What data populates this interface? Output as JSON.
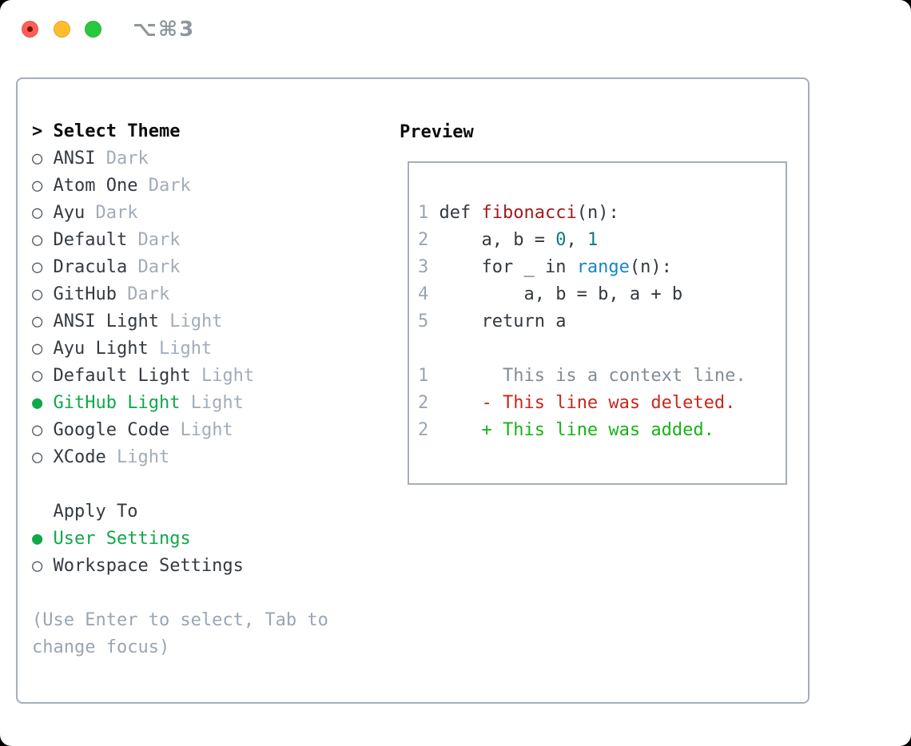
{
  "window": {
    "title": "⌥⌘3",
    "traffic_lights": [
      "close",
      "minimize",
      "zoom"
    ]
  },
  "colors": {
    "selection_green": "#10a74a",
    "function_red": "#9e1b1e",
    "builtin_blue": "#1786c2",
    "number_teal": "#0f7b7f",
    "diff_deleted_red": "#c5281c",
    "diff_added_green": "#17b317",
    "muted_gray": "#9aa5b2",
    "panel_border_gray": "#a6aeb8",
    "traffic_red": "#ff5f57",
    "traffic_yellow": "#febc2e",
    "traffic_green": "#28c840"
  },
  "theme_picker": {
    "header_prefix": "> ",
    "header": "Select Theme",
    "radio_unselected": "○",
    "radio_selected": "●",
    "themes": [
      {
        "name": "ANSI",
        "variant": "Dark",
        "selected": false
      },
      {
        "name": "Atom One",
        "variant": "Dark",
        "selected": false
      },
      {
        "name": "Ayu",
        "variant": "Dark",
        "selected": false
      },
      {
        "name": "Default",
        "variant": "Dark",
        "selected": false
      },
      {
        "name": "Dracula",
        "variant": "Dark",
        "selected": false
      },
      {
        "name": "GitHub",
        "variant": "Dark",
        "selected": false
      },
      {
        "name": "ANSI Light",
        "variant": "Light",
        "selected": false
      },
      {
        "name": "Ayu Light",
        "variant": "Light",
        "selected": false
      },
      {
        "name": "Default Light",
        "variant": "Light",
        "selected": false
      },
      {
        "name": "GitHub Light",
        "variant": "Light",
        "selected": true
      },
      {
        "name": "Google Code",
        "variant": "Light",
        "selected": false
      },
      {
        "name": "XCode",
        "variant": "Light",
        "selected": false
      }
    ],
    "apply_to": {
      "header": "Apply To",
      "options": [
        {
          "label": "User Settings",
          "selected": true
        },
        {
          "label": "Workspace Settings",
          "selected": false
        }
      ]
    },
    "hint_lines": [
      "(Use Enter to select, Tab to",
      "change focus)"
    ]
  },
  "preview": {
    "title": "Preview",
    "lines": [
      {
        "segs": [
          {
            "t": "1 ",
            "s": "linenum"
          },
          {
            "t": "def ",
            "s": "code"
          },
          {
            "t": "fibonacci",
            "s": "function"
          },
          {
            "t": "(n):",
            "s": "code"
          }
        ]
      },
      {
        "segs": [
          {
            "t": "2",
            "s": "linenum"
          },
          {
            "t": "     a, b = ",
            "s": "code"
          },
          {
            "t": "0",
            "s": "number"
          },
          {
            "t": ", ",
            "s": "code"
          },
          {
            "t": "1",
            "s": "number"
          }
        ]
      },
      {
        "segs": [
          {
            "t": "3",
            "s": "linenum"
          },
          {
            "t": "     for _ in ",
            "s": "code"
          },
          {
            "t": "range",
            "s": "builtin"
          },
          {
            "t": "(n):",
            "s": "code"
          }
        ]
      },
      {
        "segs": [
          {
            "t": "4",
            "s": "linenum"
          },
          {
            "t": "         a, b = b, a + b",
            "s": "code"
          }
        ]
      },
      {
        "segs": [
          {
            "t": "5",
            "s": "linenum"
          },
          {
            "t": "     return a",
            "s": "code"
          }
        ]
      },
      {
        "segs": []
      },
      {
        "segs": [
          {
            "t": "1",
            "s": "linenum"
          },
          {
            "t": "       This is a context line.",
            "s": "context"
          }
        ]
      },
      {
        "segs": [
          {
            "t": "2",
            "s": "linenum"
          },
          {
            "t": "     ",
            "s": "code"
          },
          {
            "t": "- This line was deleted.",
            "s": "deleted"
          }
        ]
      },
      {
        "segs": [
          {
            "t": "2",
            "s": "linenum"
          },
          {
            "t": "     ",
            "s": "code"
          },
          {
            "t": "+ This line was added.",
            "s": "added"
          }
        ]
      }
    ]
  }
}
